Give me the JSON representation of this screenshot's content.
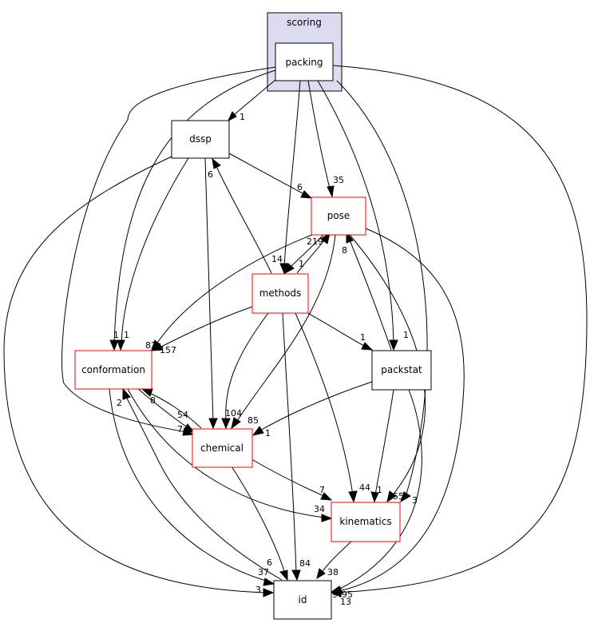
{
  "colors": {
    "cluster_fill": "#dcdcf0",
    "cluster_stroke": "#000000",
    "active_fill": "#eeeeff",
    "plain_stroke": "#000000",
    "incomplete_stroke": "#ff0000"
  },
  "cluster": {
    "label": "scoring"
  },
  "nodes": {
    "packing": "packing",
    "dssp": "dssp",
    "pose": "pose",
    "methods": "methods",
    "conformation": "conformation",
    "packstat": "packstat",
    "chemical": "chemical",
    "kinematics": "kinematics",
    "id": "id"
  },
  "edge_labels": {
    "packing_dssp": "1",
    "packing_pose": "35",
    "packing_methods": "14",
    "packing_conformation": "1",
    "packing_packstat": "1",
    "packing_kinematics": "3",
    "dssp_pose": "6",
    "dssp_conformation": "1",
    "methods_dssp": "6",
    "pose_methods": "1",
    "methods_pose": "219",
    "pose_conformation": "82",
    "methods_conformation": "157",
    "packstat_pose": "8",
    "methods_packstat": "1",
    "pose_chemical": "85",
    "methods_chemical": "104",
    "conformation_chemical": "54",
    "chemical_conformation": "8",
    "packing_chemical": "7",
    "id_conformation": "2",
    "packstat_chemical": "1",
    "methods_kinematics": "44",
    "packstat_kinematics": "1",
    "chemical_kinematics": "7",
    "conformation_kinematics": "34",
    "pose_kinematics": "55",
    "conformation_id": "37",
    "dssp_id": "3",
    "chemical_id": "6",
    "methods_id": "84",
    "kinematics_id": "38",
    "packstat_id": "95",
    "pose_id": "97",
    "packing_id": "13"
  }
}
